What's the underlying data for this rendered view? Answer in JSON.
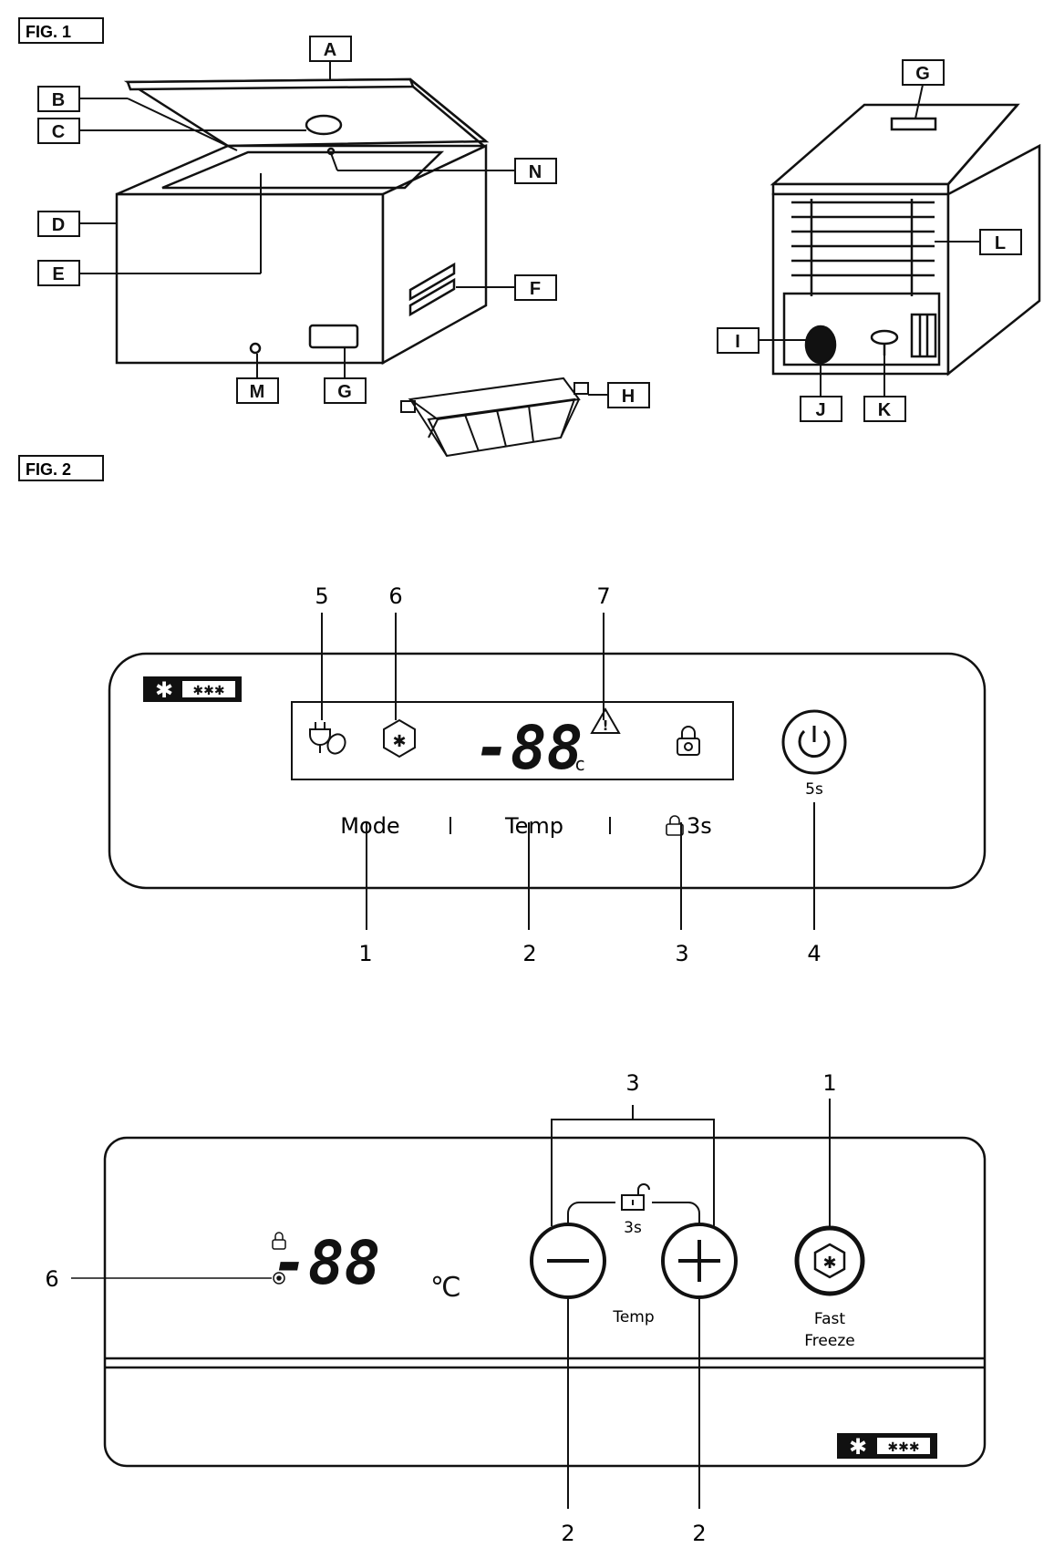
{
  "fig1": {
    "title": "FIG. 1",
    "labels": {
      "A": "A",
      "B": "B",
      "C": "C",
      "D": "D",
      "E": "E",
      "F": "F",
      "G1": "G",
      "G2": "G",
      "H": "H",
      "I": "I",
      "J": "J",
      "K": "K",
      "L": "L",
      "M": "M",
      "N": "N"
    }
  },
  "fig2": {
    "title": "FIG. 2",
    "panel1": {
      "badge_stars": "✱✱✱",
      "display_digits": "-88",
      "display_unit": "c",
      "mode_label": "Mode",
      "temp_label": "Temp",
      "lock_label": "3s",
      "power_hold_label": "5s",
      "callouts_top": [
        "5",
        "6",
        "7"
      ],
      "callouts_bottom": [
        "1",
        "2",
        "3",
        "4"
      ]
    },
    "panel2": {
      "display_digits": "-88",
      "unit": "℃",
      "lock_label": "3s",
      "temp_label": "Temp",
      "fast_freeze_line1": "Fast",
      "fast_freeze_line2": "Freeze",
      "badge_stars": "✱✱✱",
      "callout_left": "6",
      "callout_top_group": "3",
      "callout_top_right": "1",
      "callouts_bottom": [
        "2",
        "2"
      ]
    }
  }
}
